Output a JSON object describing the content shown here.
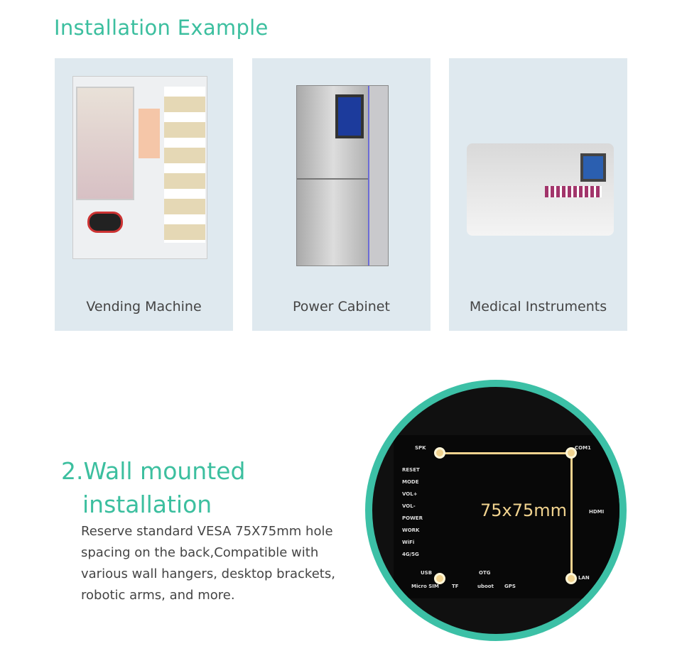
{
  "section_title": "Installation Example",
  "examples": [
    {
      "label": "Vending Machine"
    },
    {
      "label": "Power Cabinet"
    },
    {
      "label": "Medical Instruments"
    }
  ],
  "wall_mount": {
    "title_line1": "2.Wall mounted",
    "title_line2": "installation",
    "description": "Reserve standard VESA 75X75mm hole spacing on the back,Compatible with various wall hangers, desktop brackets, robotic arms, and more.",
    "dimension": "75x75mm",
    "board_labels": [
      "RESET",
      "MODE",
      "VOL+",
      "VOL-",
      "POWER",
      "WORK",
      "WiFi",
      "4G/5G",
      "SPK",
      "COM1",
      "HDMI",
      "LAN",
      "USB",
      "Micro SIM",
      "TF",
      "OTG",
      "uboot",
      "GPS"
    ]
  },
  "colors": {
    "accent": "#3cbf9f",
    "dimension": "#f1d38f",
    "card_bg": "#dfe9ef"
  }
}
